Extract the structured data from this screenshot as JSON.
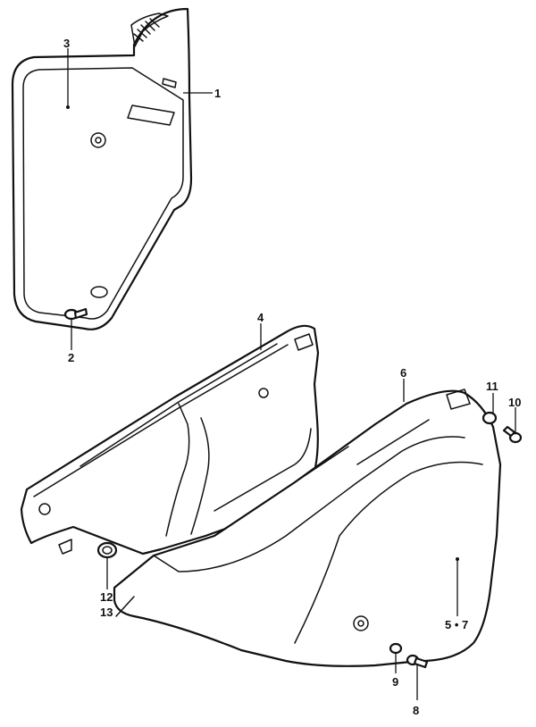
{
  "callouts": {
    "c1": "1",
    "c2": "2",
    "c3": "3",
    "c4": "4",
    "c6": "6",
    "c8": "8",
    "c9": "9",
    "c10": "10",
    "c11": "11",
    "c12": "12",
    "c13": "13",
    "c57": "5 • 7"
  },
  "colors": {
    "line": "#111111",
    "background": "#ffffff"
  }
}
